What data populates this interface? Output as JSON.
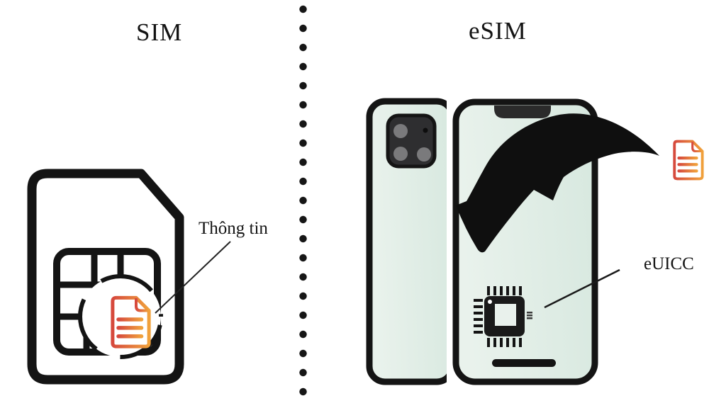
{
  "left_section": {
    "title": "SIM",
    "callout_label": "Thông tin"
  },
  "right_section": {
    "title": "eSIM",
    "callout_label": "eUICC"
  },
  "colors": {
    "ink": "#0f0f0f",
    "document_red": "#d6493d",
    "document_orange": "#f0a13b",
    "screen_mint": "#d7e8df",
    "screen_mint_light": "#e9f2ec",
    "camera_body": "#2e2e30",
    "lens_gray": "#7a7a7c",
    "notch_dark": "#2b2b2b"
  }
}
